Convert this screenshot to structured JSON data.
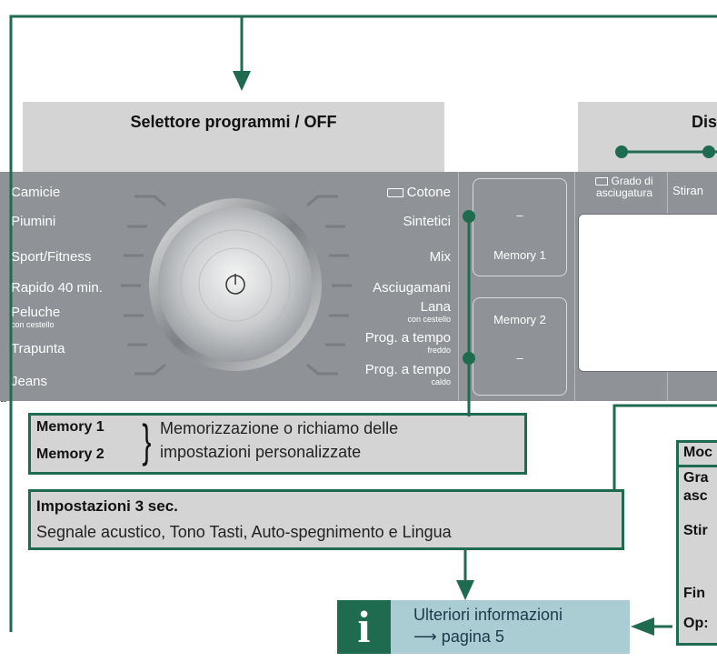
{
  "selector_title": "Selettore programmi / OFF",
  "display_title": "Dis",
  "programs_left": [
    {
      "label": "Camicie",
      "sub": ""
    },
    {
      "label": "Piumini",
      "sub": ""
    },
    {
      "label": "Sport/Fitness",
      "sub": ""
    },
    {
      "label": "Rapido 40 min.",
      "sub": ""
    },
    {
      "label": "Peluche",
      "sub": "con cestello"
    },
    {
      "label": "Trapunta",
      "sub": ""
    },
    {
      "label": "Jeans",
      "sub": ""
    }
  ],
  "programs_right": [
    {
      "label": "Cotone",
      "sub": ""
    },
    {
      "label": "Sintetici",
      "sub": ""
    },
    {
      "label": "Mix",
      "sub": ""
    },
    {
      "label": "Asciugamani",
      "sub": ""
    },
    {
      "label": "Lana",
      "sub": "con cestello"
    },
    {
      "label": "Prog. a tempo",
      "sub": "freddo"
    },
    {
      "label": "Prog. a tempo",
      "sub": "caldo"
    }
  ],
  "memory_buttons": {
    "memory1": "Memory 1",
    "memory2": "Memory 2",
    "dash_top": "–",
    "dash_bottom": "–"
  },
  "display_panel": {
    "grado_line1": "Grado di",
    "grado_line2": "asciugatura",
    "stiro": "Stiran"
  },
  "memory_callout": {
    "label1": "Memory 1",
    "label2": "Memory 2",
    "brace": "}",
    "desc_line1": "Memorizzazione o richiamo delle",
    "desc_line2": "impostazioni personalizzate"
  },
  "settings_callout": {
    "title": "Impostazioni 3 sec.",
    "text": "Segnale acustico, Tono Tasti, Auto-spegnimento e Lingua"
  },
  "info_box": {
    "icon": "i",
    "line1": "Ulteriori informazioni",
    "line2": "⟶ pagina 5"
  },
  "right_callout": {
    "row1": "Moc",
    "row2a": "Gra",
    "row2b": "asc",
    "row3": "Stir",
    "row4": "Fin",
    "row5": "Op:"
  },
  "left_margin_char": "a",
  "colors": {
    "green": "#1f6b50",
    "panel": "#8f9398",
    "label_gray": "#d4d4d4",
    "info_bg": "#a9cdd3"
  }
}
